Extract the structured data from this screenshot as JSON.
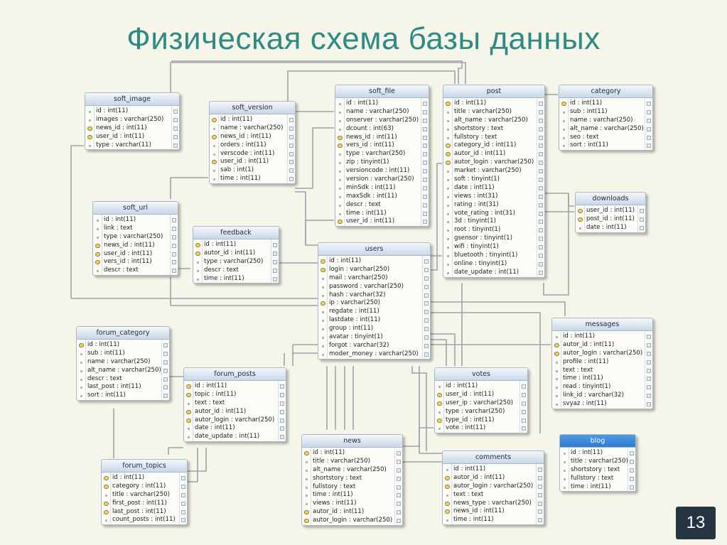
{
  "title": "Физическая схема базы данных",
  "page_number": "13",
  "tables": [
    {
      "id": "soft_image",
      "name": "soft_image",
      "fields": [
        {
          "t": "id : int(11)",
          "k": false
        },
        {
          "t": "images : varchar(250)",
          "k": false
        },
        {
          "t": "news_id : int(11)",
          "k": true
        },
        {
          "t": "user_id : int(11)",
          "k": true
        },
        {
          "t": "type : varchar(11)",
          "k": false
        }
      ]
    },
    {
      "id": "soft_version",
      "name": "soft_version",
      "fields": [
        {
          "t": "id : int(11)",
          "k": true
        },
        {
          "t": "name : varchar(250)",
          "k": false
        },
        {
          "t": "news_id : int(11)",
          "k": true
        },
        {
          "t": "orders : int(11)",
          "k": false
        },
        {
          "t": "verscode : int(11)",
          "k": false
        },
        {
          "t": "user_id : int(11)",
          "k": true
        },
        {
          "t": "sab : int(1)",
          "k": false
        },
        {
          "t": "time : int(11)",
          "k": false
        }
      ]
    },
    {
      "id": "soft_file",
      "name": "soft_file",
      "fields": [
        {
          "t": "id : int(11)",
          "k": false
        },
        {
          "t": "name : varchar(250)",
          "k": false
        },
        {
          "t": "onserver : varchar(250)",
          "k": false
        },
        {
          "t": "dcount : int(63)",
          "k": false
        },
        {
          "t": "news_id : int(11)",
          "k": true
        },
        {
          "t": "vers_id : int(11)",
          "k": true
        },
        {
          "t": "type : varchar(250)",
          "k": false
        },
        {
          "t": "zip : tinyint(1)",
          "k": false
        },
        {
          "t": "versioncode : int(11)",
          "k": false
        },
        {
          "t": "version : varchar(250)",
          "k": false
        },
        {
          "t": "minSdk : int(11)",
          "k": false
        },
        {
          "t": "maxSdk : int(11)",
          "k": false
        },
        {
          "t": "descr : text",
          "k": false
        },
        {
          "t": "time : int(11)",
          "k": false
        },
        {
          "t": "user_id : int(11)",
          "k": true
        }
      ]
    },
    {
      "id": "post",
      "name": "post",
      "fields": [
        {
          "t": "id : int(11)",
          "k": true
        },
        {
          "t": "title : varchar(250)",
          "k": false
        },
        {
          "t": "alt_name : varchar(250)",
          "k": false
        },
        {
          "t": "shortstory : text",
          "k": false
        },
        {
          "t": "fullstory : text",
          "k": false
        },
        {
          "t": "category_id : int(11)",
          "k": true
        },
        {
          "t": "autor_id : int(11)",
          "k": true
        },
        {
          "t": "autor_login : varchar(250)",
          "k": true
        },
        {
          "t": "market : varchar(250)",
          "k": false
        },
        {
          "t": "soft : tinyint(1)",
          "k": false
        },
        {
          "t": "date : int(11)",
          "k": false
        },
        {
          "t": "views : int(31)",
          "k": false
        },
        {
          "t": "rating : int(31)",
          "k": false
        },
        {
          "t": "vote_rating : int(31)",
          "k": false
        },
        {
          "t": "3d : tinyint(1)",
          "k": false
        },
        {
          "t": "root : tinyint(1)",
          "k": false
        },
        {
          "t": "gsensor : tinyint(1)",
          "k": false
        },
        {
          "t": "wifi : tinyint(1)",
          "k": false
        },
        {
          "t": "bluetooth : tinyint(1)",
          "k": false
        },
        {
          "t": "online : tinyint(1)",
          "k": false
        },
        {
          "t": "date_update : int(11)",
          "k": false
        }
      ]
    },
    {
      "id": "category",
      "name": "category",
      "fields": [
        {
          "t": "id : int(11)",
          "k": true
        },
        {
          "t": "sub : int(11)",
          "k": false
        },
        {
          "t": "name : varchar(250)",
          "k": false
        },
        {
          "t": "alt_name : varchar(250)",
          "k": false
        },
        {
          "t": "seo : text",
          "k": false
        },
        {
          "t": "sort : int(11)",
          "k": false
        }
      ]
    },
    {
      "id": "soft_url",
      "name": "soft_url",
      "fields": [
        {
          "t": "id : int(11)",
          "k": false
        },
        {
          "t": "link : text",
          "k": false
        },
        {
          "t": "type : varchar(250)",
          "k": false
        },
        {
          "t": "news_id : int(11)",
          "k": true
        },
        {
          "t": "user_id : int(11)",
          "k": true
        },
        {
          "t": "vers_id : int(11)",
          "k": true
        },
        {
          "t": "descr : text",
          "k": false
        }
      ]
    },
    {
      "id": "feedback",
      "name": "feedback",
      "fields": [
        {
          "t": "id : int(11)",
          "k": true
        },
        {
          "t": "autor_id : int(11)",
          "k": true
        },
        {
          "t": "type : varchar(250)",
          "k": false
        },
        {
          "t": "descr : text",
          "k": false
        },
        {
          "t": "time : int(11)",
          "k": false
        }
      ]
    },
    {
      "id": "users",
      "name": "users",
      "fields": [
        {
          "t": "id : int(11)",
          "k": true
        },
        {
          "t": "login : varchar(250)",
          "k": true
        },
        {
          "t": "mail : varchar(250)",
          "k": false
        },
        {
          "t": "password : varchar(250)",
          "k": false
        },
        {
          "t": "hash : varchar(32)",
          "k": false
        },
        {
          "t": "ip : varchar(250)",
          "k": true
        },
        {
          "t": "regdate : int(11)",
          "k": false
        },
        {
          "t": "lastdate : int(11)",
          "k": false
        },
        {
          "t": "group : int(11)",
          "k": false
        },
        {
          "t": "avatar : tinyint(1)",
          "k": false
        },
        {
          "t": "forgot : varchar(32)",
          "k": false
        },
        {
          "t": "moder_money : varchar(250)",
          "k": false
        }
      ]
    },
    {
      "id": "downloads",
      "name": "downloads",
      "fields": [
        {
          "t": "user_id : int(11)",
          "k": true
        },
        {
          "t": "post_id : int(11)",
          "k": true
        },
        {
          "t": "date : int(11)",
          "k": false
        }
      ]
    },
    {
      "id": "messages",
      "name": "messages",
      "fields": [
        {
          "t": "id : int(11)",
          "k": false
        },
        {
          "t": "autor_id : int(11)",
          "k": true
        },
        {
          "t": "autor_login : varchar(250)",
          "k": true
        },
        {
          "t": "profile : int(11)",
          "k": false
        },
        {
          "t": "text : text",
          "k": false
        },
        {
          "t": "time : int(11)",
          "k": false
        },
        {
          "t": "read : tinyint(1)",
          "k": false
        },
        {
          "t": "link_id : varchar(32)",
          "k": false
        },
        {
          "t": "svyaz : int(11)",
          "k": false
        }
      ]
    },
    {
      "id": "forum_category",
      "name": "forum_category",
      "fields": [
        {
          "t": "id : int(11)",
          "k": true
        },
        {
          "t": "sub : int(11)",
          "k": false
        },
        {
          "t": "name : varchar(250)",
          "k": false
        },
        {
          "t": "alt_name : varchar(250)",
          "k": false
        },
        {
          "t": "descr : text",
          "k": false
        },
        {
          "t": "last_post : int(11)",
          "k": false
        },
        {
          "t": "sort : int(11)",
          "k": false
        }
      ]
    },
    {
      "id": "forum_posts",
      "name": "forum_posts",
      "fields": [
        {
          "t": "id : int(11)",
          "k": true
        },
        {
          "t": "topic : int(11)",
          "k": true
        },
        {
          "t": "text : text",
          "k": false
        },
        {
          "t": "autor_id : int(11)",
          "k": true
        },
        {
          "t": "autor_login : varchar(250)",
          "k": true
        },
        {
          "t": "date : int(11)",
          "k": false
        },
        {
          "t": "date_update : int(11)",
          "k": false
        }
      ]
    },
    {
      "id": "votes",
      "name": "votes",
      "fields": [
        {
          "t": "id : int(11)",
          "k": false
        },
        {
          "t": "user_id : int(11)",
          "k": true
        },
        {
          "t": "user_ip : varchar(250)",
          "k": true
        },
        {
          "t": "type : varchar(250)",
          "k": false
        },
        {
          "t": "type_id : int(11)",
          "k": true
        },
        {
          "t": "vote : int(11)",
          "k": false
        }
      ]
    },
    {
      "id": "forum_topics",
      "name": "forum_topics",
      "fields": [
        {
          "t": "id : int(11)",
          "k": true
        },
        {
          "t": "category : int(11)",
          "k": true
        },
        {
          "t": "title : varchar(250)",
          "k": false
        },
        {
          "t": "first_post : int(11)",
          "k": true
        },
        {
          "t": "last_post : int(11)",
          "k": true
        },
        {
          "t": "count_posts : int(11)",
          "k": false
        }
      ]
    },
    {
      "id": "news",
      "name": "news",
      "fields": [
        {
          "t": "id : int(11)",
          "k": true
        },
        {
          "t": "title : varchar(250)",
          "k": false
        },
        {
          "t": "alt_name : varchar(250)",
          "k": false
        },
        {
          "t": "shortstory : text",
          "k": false
        },
        {
          "t": "fullstory : text",
          "k": false
        },
        {
          "t": "time : int(11)",
          "k": false
        },
        {
          "t": "views : int(11)",
          "k": false
        },
        {
          "t": "autor_id : int(11)",
          "k": true
        },
        {
          "t": "autor_login : varchar(250)",
          "k": true
        }
      ]
    },
    {
      "id": "comments",
      "name": "comments",
      "fields": [
        {
          "t": "id : int(11)",
          "k": false
        },
        {
          "t": "autor_id : int(11)",
          "k": true
        },
        {
          "t": "autor_login : varchar(250)",
          "k": true
        },
        {
          "t": "text : text",
          "k": false
        },
        {
          "t": "news_type : varchar(250)",
          "k": true
        },
        {
          "t": "news_id : int(11)",
          "k": true
        },
        {
          "t": "time : int(11)",
          "k": false
        }
      ]
    },
    {
      "id": "blog",
      "name": "blog",
      "highlight": true,
      "fields": [
        {
          "t": "id : int(11)",
          "k": false
        },
        {
          "t": "title : varchar(250)",
          "k": false
        },
        {
          "t": "shortstory : text",
          "k": false
        },
        {
          "t": "fullstory : text",
          "k": false
        },
        {
          "t": "time : int(11)",
          "k": false
        }
      ]
    }
  ]
}
